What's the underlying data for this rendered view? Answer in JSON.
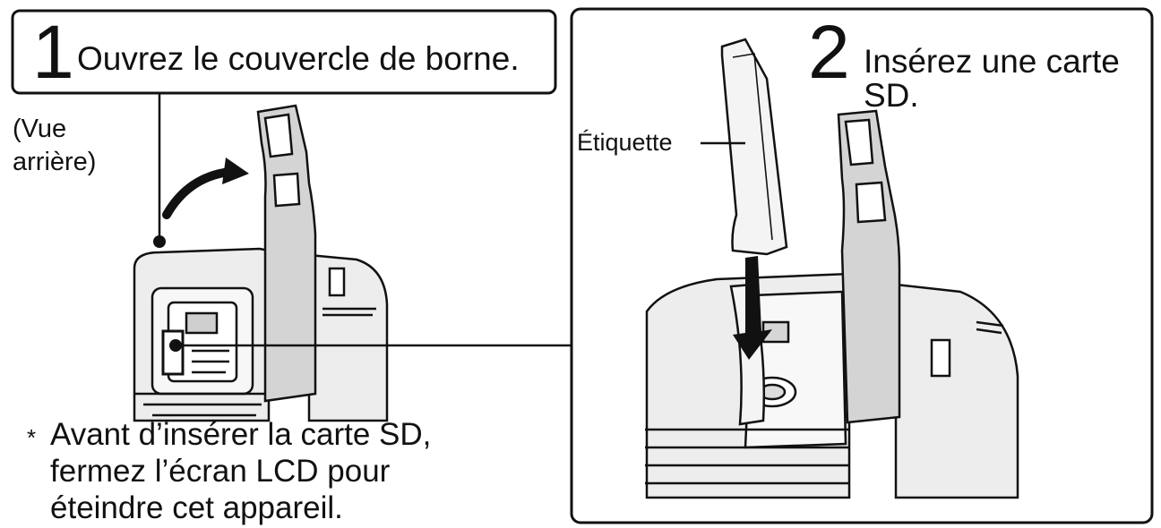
{
  "step1": {
    "number": "1",
    "text": "Ouvrez le couvercle de borne."
  },
  "view_label": {
    "line1": "(Vue",
    "line2": "arrière)"
  },
  "note": {
    "marker": "*",
    "line1": "Avant d’insérer la carte SD,",
    "line2": "fermez l’écran LCD pour",
    "line3": "éteindre cet appareil."
  },
  "step2": {
    "number": "2",
    "text_line1": "Insérez une carte",
    "text_line2": "SD."
  },
  "card_label": "Étiquette",
  "colors": {
    "ink": "#111111",
    "camera_fill": "#ededed",
    "cover_fill": "#d4d4d4",
    "card_fill": "#f4f4f4"
  }
}
